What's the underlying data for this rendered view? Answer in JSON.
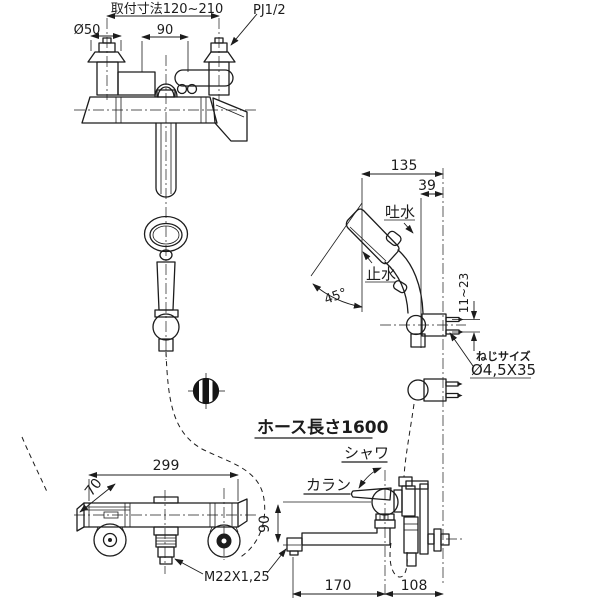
{
  "drawing": {
    "background": "#ffffff",
    "line_color": "#1c1c1c",
    "upper_front_view": {
      "mount_pitch_label": "取付寸法120~210",
      "flange_diameter": "Ø50",
      "center_distance": "90",
      "thread_type": "PJ1/2"
    },
    "shower_head_detail": {
      "head_width": "135",
      "hook_offset": "39",
      "spray_label": "吐水",
      "stop_label": "止水",
      "head_angle": "45°",
      "hook_adjust_range": "11~23",
      "screw_note_title": "ねじサイズ",
      "screw_note_size": "Ø4,5X35"
    },
    "hose_note": {
      "length_label": "ホース長さ1600"
    },
    "lower_views": {
      "overall_width": "299",
      "body_depth": "70",
      "shower_position_label": "シャワ",
      "spout_position_label": "カラン",
      "spout_height": "90",
      "spout_thread": "M22X1,25",
      "spout_reach": "170",
      "wall_clearance": "108"
    }
  }
}
